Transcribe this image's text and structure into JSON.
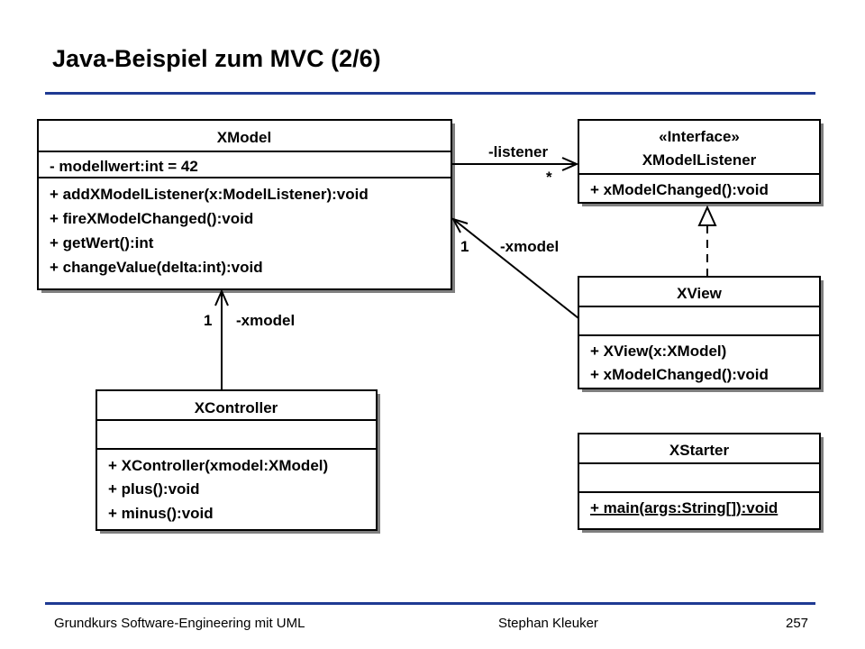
{
  "slide": {
    "title": "Java-Beispiel zum MVC (2/6)",
    "footer_left": "Grundkurs Software-Engineering mit UML",
    "footer_center": "Stephan Kleuker",
    "footer_page": "257"
  },
  "classes": {
    "xmodel": {
      "name": "XModel",
      "attributes": [
        "- modellwert:int = 42"
      ],
      "operations": [
        "+ addXModelListener(x:ModelListener):void",
        "+ fireXModelChanged():void",
        "+ getWert():int",
        "+ changeValue(delta:int):void"
      ]
    },
    "listener": {
      "stereotype": "«Interface»",
      "name": "XModelListener",
      "operations": [
        "+ xModelChanged():void"
      ]
    },
    "xview": {
      "name": "XView",
      "operations": [
        "+ XView(x:XModel)",
        "+ xModelChanged():void"
      ]
    },
    "xcontroller": {
      "name": "XController",
      "operations": [
        "+ XController(xmodel:XModel)",
        "+ plus():void",
        "+ minus():void"
      ]
    },
    "xstarter": {
      "name": "XStarter",
      "operations": [
        "+ main(args:String[]):void"
      ]
    }
  },
  "associations": {
    "model_listener": {
      "role": "-listener",
      "multiplicity": "*"
    },
    "view_model": {
      "role": "-xmodel",
      "multiplicity": "1"
    },
    "controller_model": {
      "role": "-xmodel",
      "multiplicity": "1"
    }
  }
}
